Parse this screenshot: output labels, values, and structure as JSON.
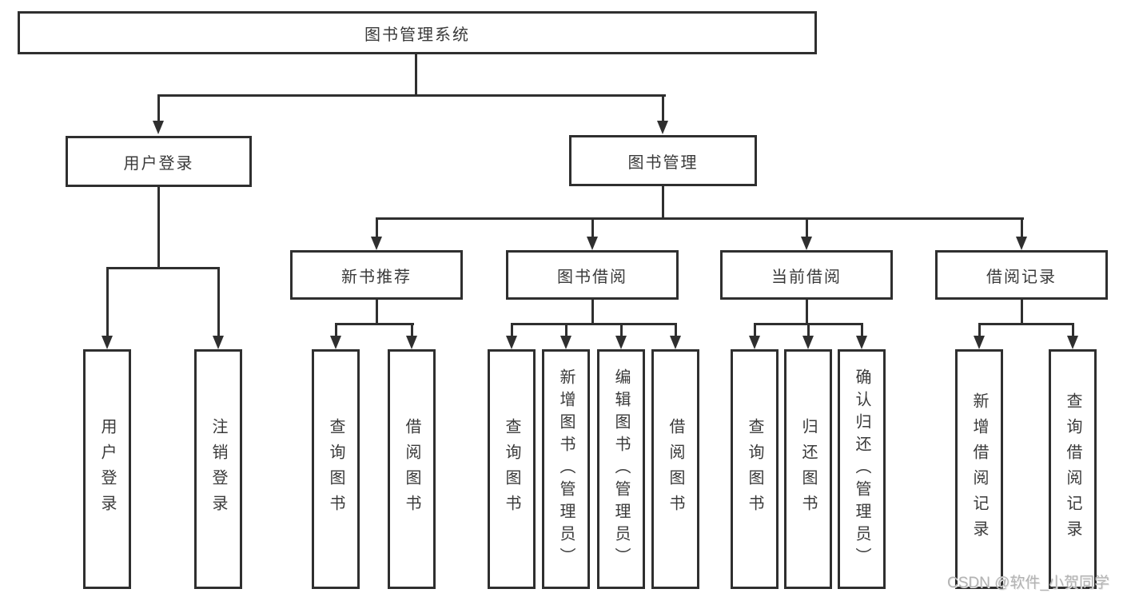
{
  "page": {
    "watermark": "CSDN @软件_小贺同学"
  },
  "colors": {
    "line": "#2f2f2f",
    "box_border": "#2f2f2f",
    "text": "#3a3a3a",
    "watermark": "#b3b3b3",
    "background": "#ffffff"
  },
  "diagram": {
    "type": "hierarchy-tree",
    "root": {
      "label": "图书管理系统"
    },
    "branches": [
      {
        "label": "用户登录",
        "children": [
          {
            "label": "用户登录"
          },
          {
            "label": "注销登录"
          }
        ]
      },
      {
        "label": "图书管理",
        "children": [
          {
            "label": "新书推荐",
            "children": [
              {
                "label": "查询图书"
              },
              {
                "label": "借阅图书"
              }
            ]
          },
          {
            "label": "图书借阅",
            "children": [
              {
                "label": "查询图书"
              },
              {
                "label": "新增图书（管理员）"
              },
              {
                "label": "编辑图书（管理员）"
              },
              {
                "label": "借阅图书"
              }
            ]
          },
          {
            "label": "当前借阅",
            "children": [
              {
                "label": "查询图书"
              },
              {
                "label": "归还图书"
              },
              {
                "label": "确认归还（管理员）"
              }
            ]
          },
          {
            "label": "借阅记录",
            "children": [
              {
                "label": "新增借阅记录"
              },
              {
                "label": "查询借阅记录"
              }
            ]
          }
        ]
      }
    ]
  }
}
